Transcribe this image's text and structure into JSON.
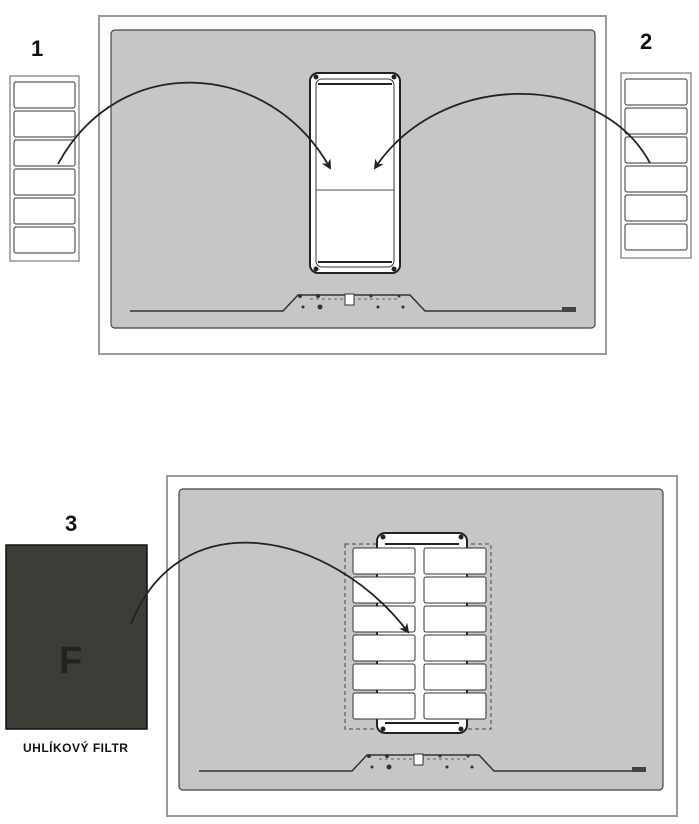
{
  "steps": {
    "one": "1",
    "two": "2",
    "three": "3"
  },
  "filter": {
    "letter": "F",
    "caption": "UHLÍKOVÝ FILTR"
  },
  "colors": {
    "hob_surface": "#c6c6c6",
    "frame_border": "#9a9a9a",
    "outline": "#333333",
    "carbon_filter": "#3b3d37"
  }
}
